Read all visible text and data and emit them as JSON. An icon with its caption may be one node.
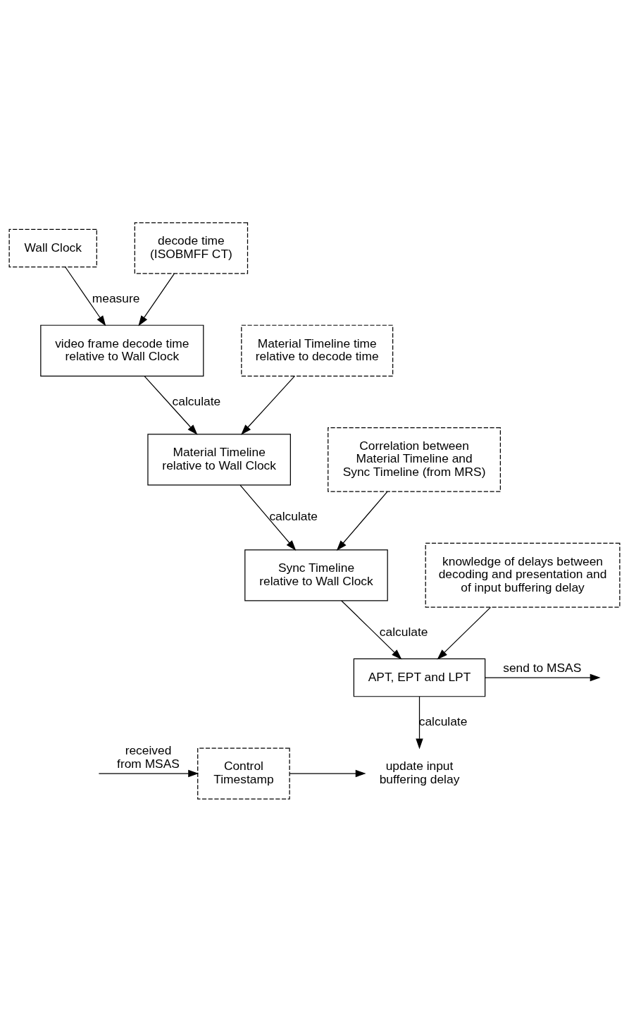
{
  "diagram": {
    "nodes": [
      {
        "text": [
          "Wall Clock"
        ]
      },
      {
        "text": [
          "decode time (ISOBMFF CT)"
        ]
      },
      {
        "text": [
          "video frame decode time relative to Wall Clock"
        ]
      },
      {
        "text": [
          "Material Timeline time relative to decode time"
        ]
      },
      {
        "text": [
          "Material Timeline relative to Wall Clock"
        ]
      },
      {
        "text": [
          "Correlation between Material Timeline and Sync Timeline (from MRS)"
        ]
      },
      {
        "text": [
          "Sync Timeline relative to Wall Clock"
        ]
      },
      {
        "text": [
          "knowledge of delays between decoding and presentation and of input buffering delay"
        ]
      },
      {
        "text": [
          "APT, EPT and LPT"
        ]
      },
      {
        "text": [
          "Control Timestamp"
        ]
      },
      {
        "text": [
          "update input buffering delay"
        ]
      }
    ],
    "edges": [
      {
        "from": 0,
        "to": 2,
        "arrow": "to",
        "label": "measure"
      },
      {
        "from": 1,
        "to": 2,
        "arrow": "to"
      },
      {
        "from": 2,
        "to": 4,
        "arrow": "to",
        "label": "calculate"
      },
      {
        "from": 3,
        "to": 4,
        "arrow": "to"
      },
      {
        "from": 4,
        "to": 6,
        "arrow": "to",
        "label": "calculate"
      },
      {
        "from": 5,
        "to": 6,
        "arrow": "to"
      },
      {
        "from": 6,
        "to": 8,
        "arrow": "to",
        "label": "calculate"
      },
      {
        "from": 7,
        "to": 8,
        "arrow": "to"
      },
      {
        "from": 8,
        "to": null,
        "arrow": "to",
        "label": "send to MSAS"
      },
      {
        "from": 8,
        "to": 10,
        "arrow": "to",
        "label": "calculate"
      },
      {
        "from": 9,
        "to": 10,
        "arrow": "to"
      },
      {
        "from": null,
        "to": 9,
        "arrow": "to",
        "label": "received from MSAS"
      }
    ]
  }
}
